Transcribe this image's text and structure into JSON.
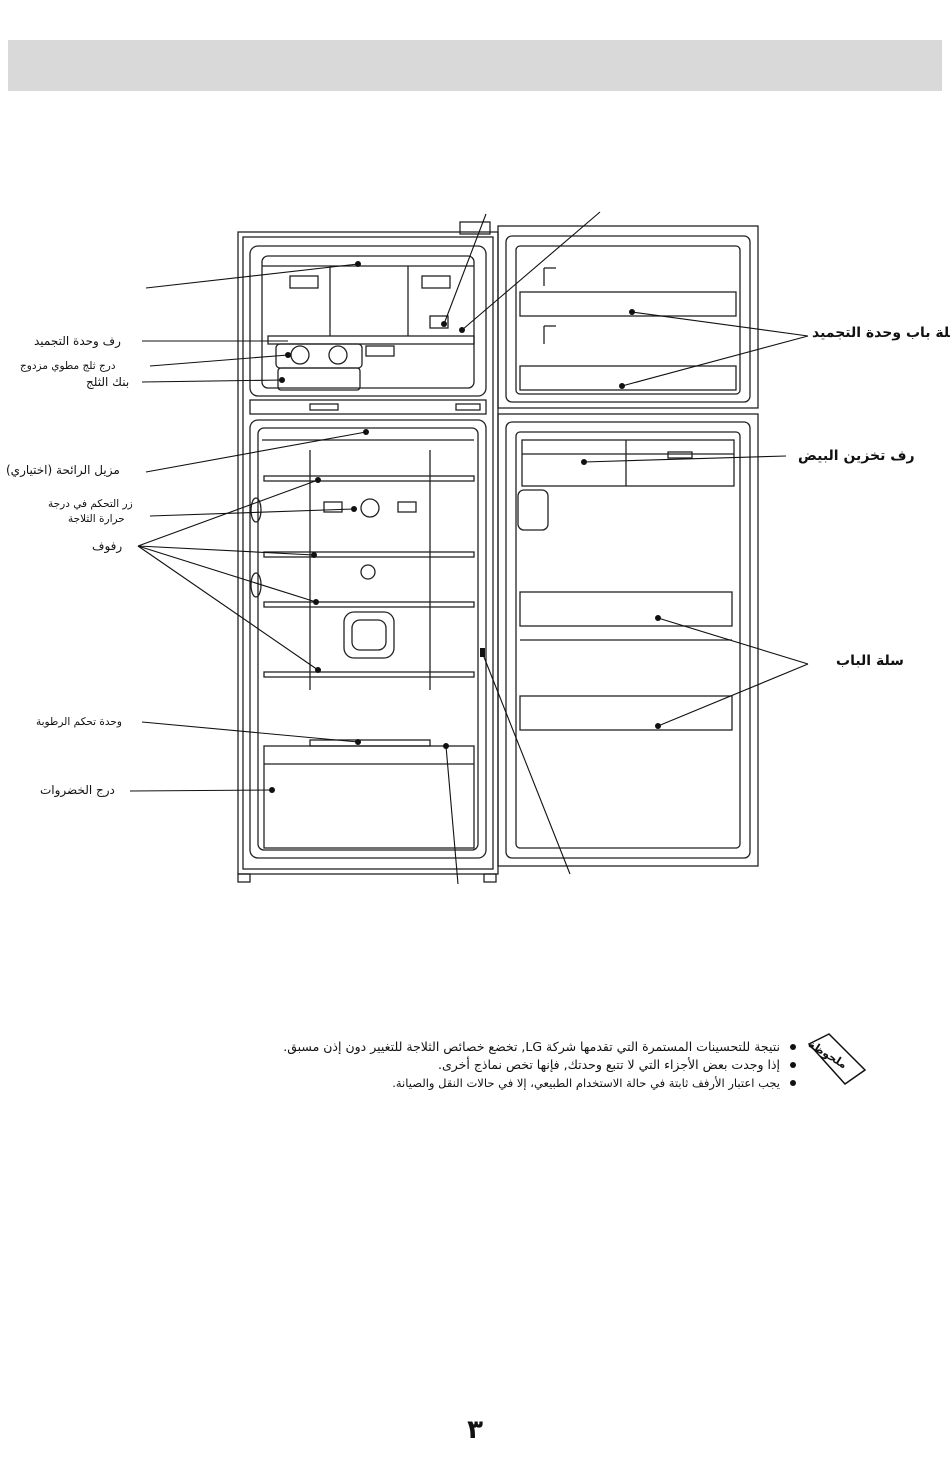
{
  "labels": {
    "freezer_shelf": "رف وحدة التجميد",
    "twist_ice_tray": "درج ثلج مطوي مزدوج",
    "ice_bank": "بنك الثلج",
    "deodorizer": "مزيل الرائحة (اختياري)",
    "temp_control_line1": "زر التحكم في درجة",
    "temp_control_line2": "حرارة الثلاجة",
    "shelves": "رفوف",
    "humidity_control": "وحدة تحكم الرطوبة",
    "vegetable_drawer": "درج الخضروات",
    "freezer_door_basket": "سلة باب وحدة التجميد",
    "egg_storage": "رف تخزين البيض",
    "door_basket": "سلة الباب"
  },
  "note": {
    "badge": "ملحوظة",
    "items": [
      "نتيجة للتحسينات المستمرة التي تقدمها شركة LG, تخضع خصائص الثلاجة للتغيير دون إذن مسبق.",
      "إذا وجدت بعض الأجزاء التي لا تتبع وحدتك, فإنها تخص نماذج أخرى.",
      "يجب اعتبار الأرفف ثابتة في حالة الاستخدام الطبيعي، إلا في حالات النقل والصيانة."
    ]
  },
  "page_number": "٣"
}
